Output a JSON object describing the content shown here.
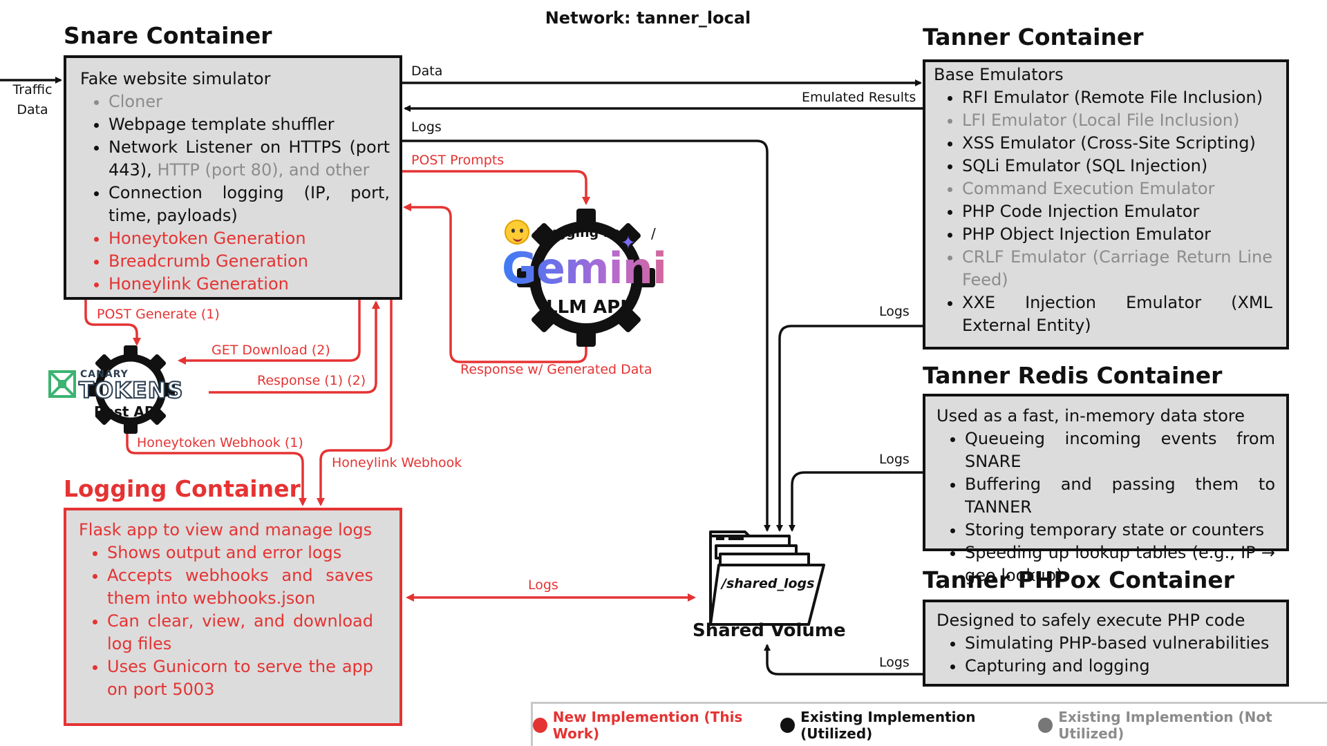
{
  "network_title": "Network: tanner_local",
  "colors": {
    "new": "#e53333",
    "existing_utilized": "#111111",
    "existing_not_utilized": "#8c8c8c",
    "box_fill": "#dcdcdc"
  },
  "snare": {
    "title": "Snare Container",
    "heading": "Fake website simulator",
    "items": [
      {
        "text": "Cloner",
        "status": "not_utilized"
      },
      {
        "text": "Webpage template shuffler",
        "status": "utilized"
      },
      {
        "text": "Network Listener on HTTPS (port 443), ",
        "extra": "HTTP (port 80), and other",
        "status": "utilized"
      },
      {
        "text": "Connection logging (IP, port, time, payloads)",
        "status": "utilized"
      },
      {
        "text": "Honeytoken Generation",
        "status": "new"
      },
      {
        "text": "Breadcrumb Generation",
        "status": "new"
      },
      {
        "text": "Honeylink Generation",
        "status": "new"
      }
    ]
  },
  "tanner": {
    "title": "Tanner Container",
    "heading": "Base Emulators",
    "items": [
      {
        "text": "RFI Emulator (Remote File Inclusion)",
        "status": "utilized"
      },
      {
        "text": "LFI Emulator (Local File Inclusion)",
        "status": "not_utilized"
      },
      {
        "text": "XSS Emulator (Cross-Site Scripting)",
        "status": "utilized"
      },
      {
        "text": "SQLi Emulator (SQL Injection)",
        "status": "utilized"
      },
      {
        "text": "Command Execution Emulator",
        "status": "not_utilized"
      },
      {
        "text": "PHP Code Injection Emulator",
        "status": "utilized"
      },
      {
        "text": "PHP Object Injection Emulator",
        "status": "utilized"
      },
      {
        "text": "CRLF Emulator (Carriage Return Line Feed)",
        "status": "not_utilized"
      },
      {
        "text": "XXE Injection Emulator (XML External Entity)",
        "status": "utilized"
      }
    ]
  },
  "redis": {
    "title": "Tanner Redis Container",
    "heading": "Used as a fast, in-memory data store",
    "items": [
      {
        "text": "Queueing incoming events from SNARE"
      },
      {
        "text": "Buffering and passing them to TANNER"
      },
      {
        "text": "Storing temporary state or counters"
      },
      {
        "text": "Speeding up lookup tables (e.g., IP → geo lookup)"
      }
    ]
  },
  "phpox": {
    "title": "Tanner PHPox Container",
    "heading": "Designed to safely execute PHP code",
    "items": [
      {
        "text": "Simulating PHP-based vulnerabilities"
      },
      {
        "text": "Capturing and logging"
      }
    ]
  },
  "logging": {
    "title": "Logging Container",
    "heading": "Flask app to view and manage logs",
    "items": [
      {
        "text": "Shows output and error logs"
      },
      {
        "text": "Accepts webhooks and saves them into webhooks.json"
      },
      {
        "text": "Can clear, view, and download log files"
      },
      {
        "text": "Uses Gunicorn to serve the app on port 5003"
      }
    ]
  },
  "shared_volume": {
    "folder_label": "/shared_logs",
    "title": "Shared Volume"
  },
  "llm": {
    "hf_label": "Hugging Face",
    "slash": "/",
    "gemini": "Gemini",
    "api": "LLM API",
    "hf_icon": "hugging-face-emoji-icon",
    "sparkle_icon": "sparkle-icon"
  },
  "canary": {
    "top": "CANARY",
    "main": "TOKENS",
    "api": "Rest API",
    "icon": "canary-logo-icon"
  },
  "edge_labels": {
    "traffic": "Traffic Data",
    "data": "Data",
    "emulated_results": "Emulated Results",
    "logs_snare": "Logs",
    "post_prompts": "POST Prompts",
    "response_generated": "Response w/ Generated Data",
    "post_generate": "POST Generate (1)",
    "get_download": "GET Download (2)",
    "response_12": "Response (1) (2)",
    "honeytoken_webhook": "Honeytoken Webhook (1)",
    "honeylink_webhook": "Honeylink Webhook",
    "logs_logging": "Logs",
    "logs_tanner": "Logs",
    "logs_redis": "Logs",
    "logs_phpox": "Logs"
  },
  "legend": {
    "new": "New Implemention (This Work)",
    "utilized": "Existing Implemention (Utilized)",
    "not_utilized": "Existing Implemention (Not Utilized)"
  }
}
